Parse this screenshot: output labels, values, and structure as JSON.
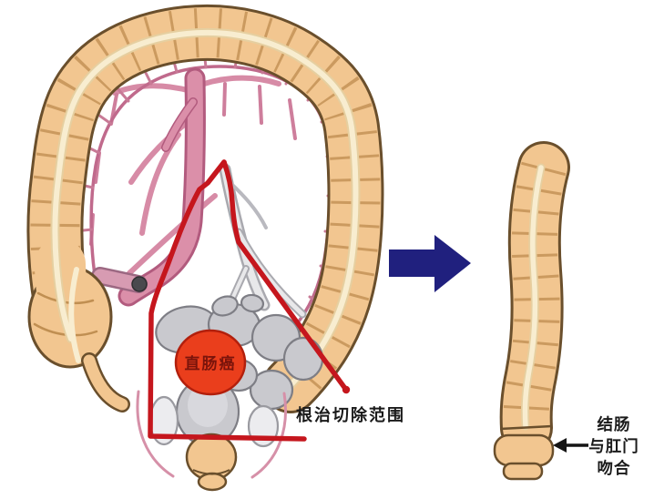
{
  "before_figure": {
    "tumor_label": "直肠癌",
    "resection_range_label": "根治切除范围"
  },
  "after_figure": {
    "anastomosis_label": {
      "lines": [
        "结肠",
        "与肛门",
        "吻合"
      ]
    }
  },
  "icons": {
    "transform_arrow": "right-arrow",
    "anastomosis_arrow": "left-arrow"
  },
  "colors": {
    "colon_fill": "#F2C690",
    "colon_outline": "#6A4F2C",
    "tenia_band": "#F8EDD0",
    "mesentery_pink": "#DB8FA9",
    "vessel_arcade_pink": "#C06A8C",
    "resected_bowel_gray": "#C9C9CE",
    "tumor_red": "#EA3E1C",
    "tumor_label_color": "#7A140B",
    "resection_line_red": "#C5161D",
    "transform_arrow_navy": "#20207E",
    "label_text_black": "#1A1A1A"
  }
}
